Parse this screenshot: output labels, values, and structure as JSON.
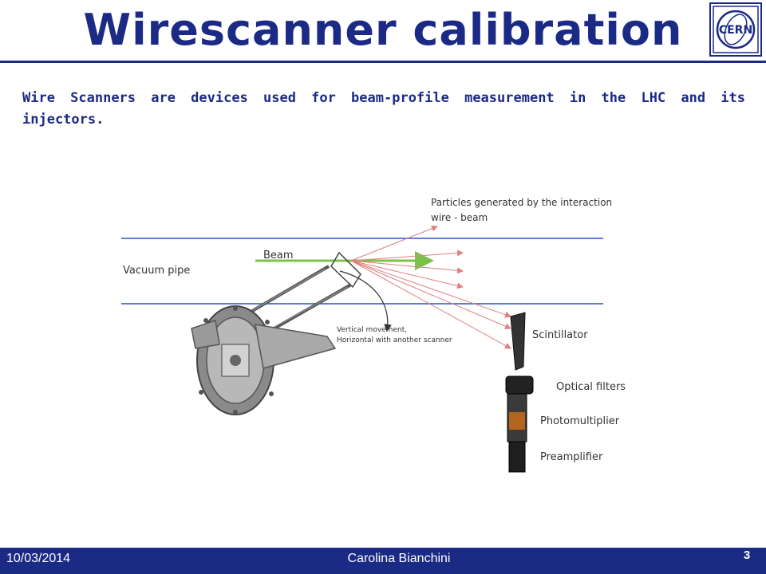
{
  "slide": {
    "title": "Wirescanner calibration",
    "intro": "Wire Scanners are devices used for beam-profile measurement in the LHC and its injectors."
  },
  "logo": {
    "text": "CERN",
    "color": "#1b2a85"
  },
  "diagram": {
    "labels": {
      "particles_line1": "Particles generated by the interaction",
      "particles_line2": "wire - beam",
      "beam": "Beam",
      "vacuum_pipe": "Vacuum pipe",
      "movement_line1": "Vertical movement,",
      "movement_line2": "Horizontal with another scanner",
      "scintillator": "Scintillator",
      "optical_filters": "Optical filters",
      "photomultiplier": "Photomultiplier",
      "preamplifier": "Preamplifier"
    },
    "colors": {
      "pipe": "#5b7fd6",
      "beam": "#7cc24a",
      "particles": "#e08080",
      "label": "#333333"
    }
  },
  "footer": {
    "date": "10/03/2014",
    "author": "Carolina Bianchini",
    "page": "3"
  },
  "colors": {
    "accent": "#1b2a85"
  }
}
